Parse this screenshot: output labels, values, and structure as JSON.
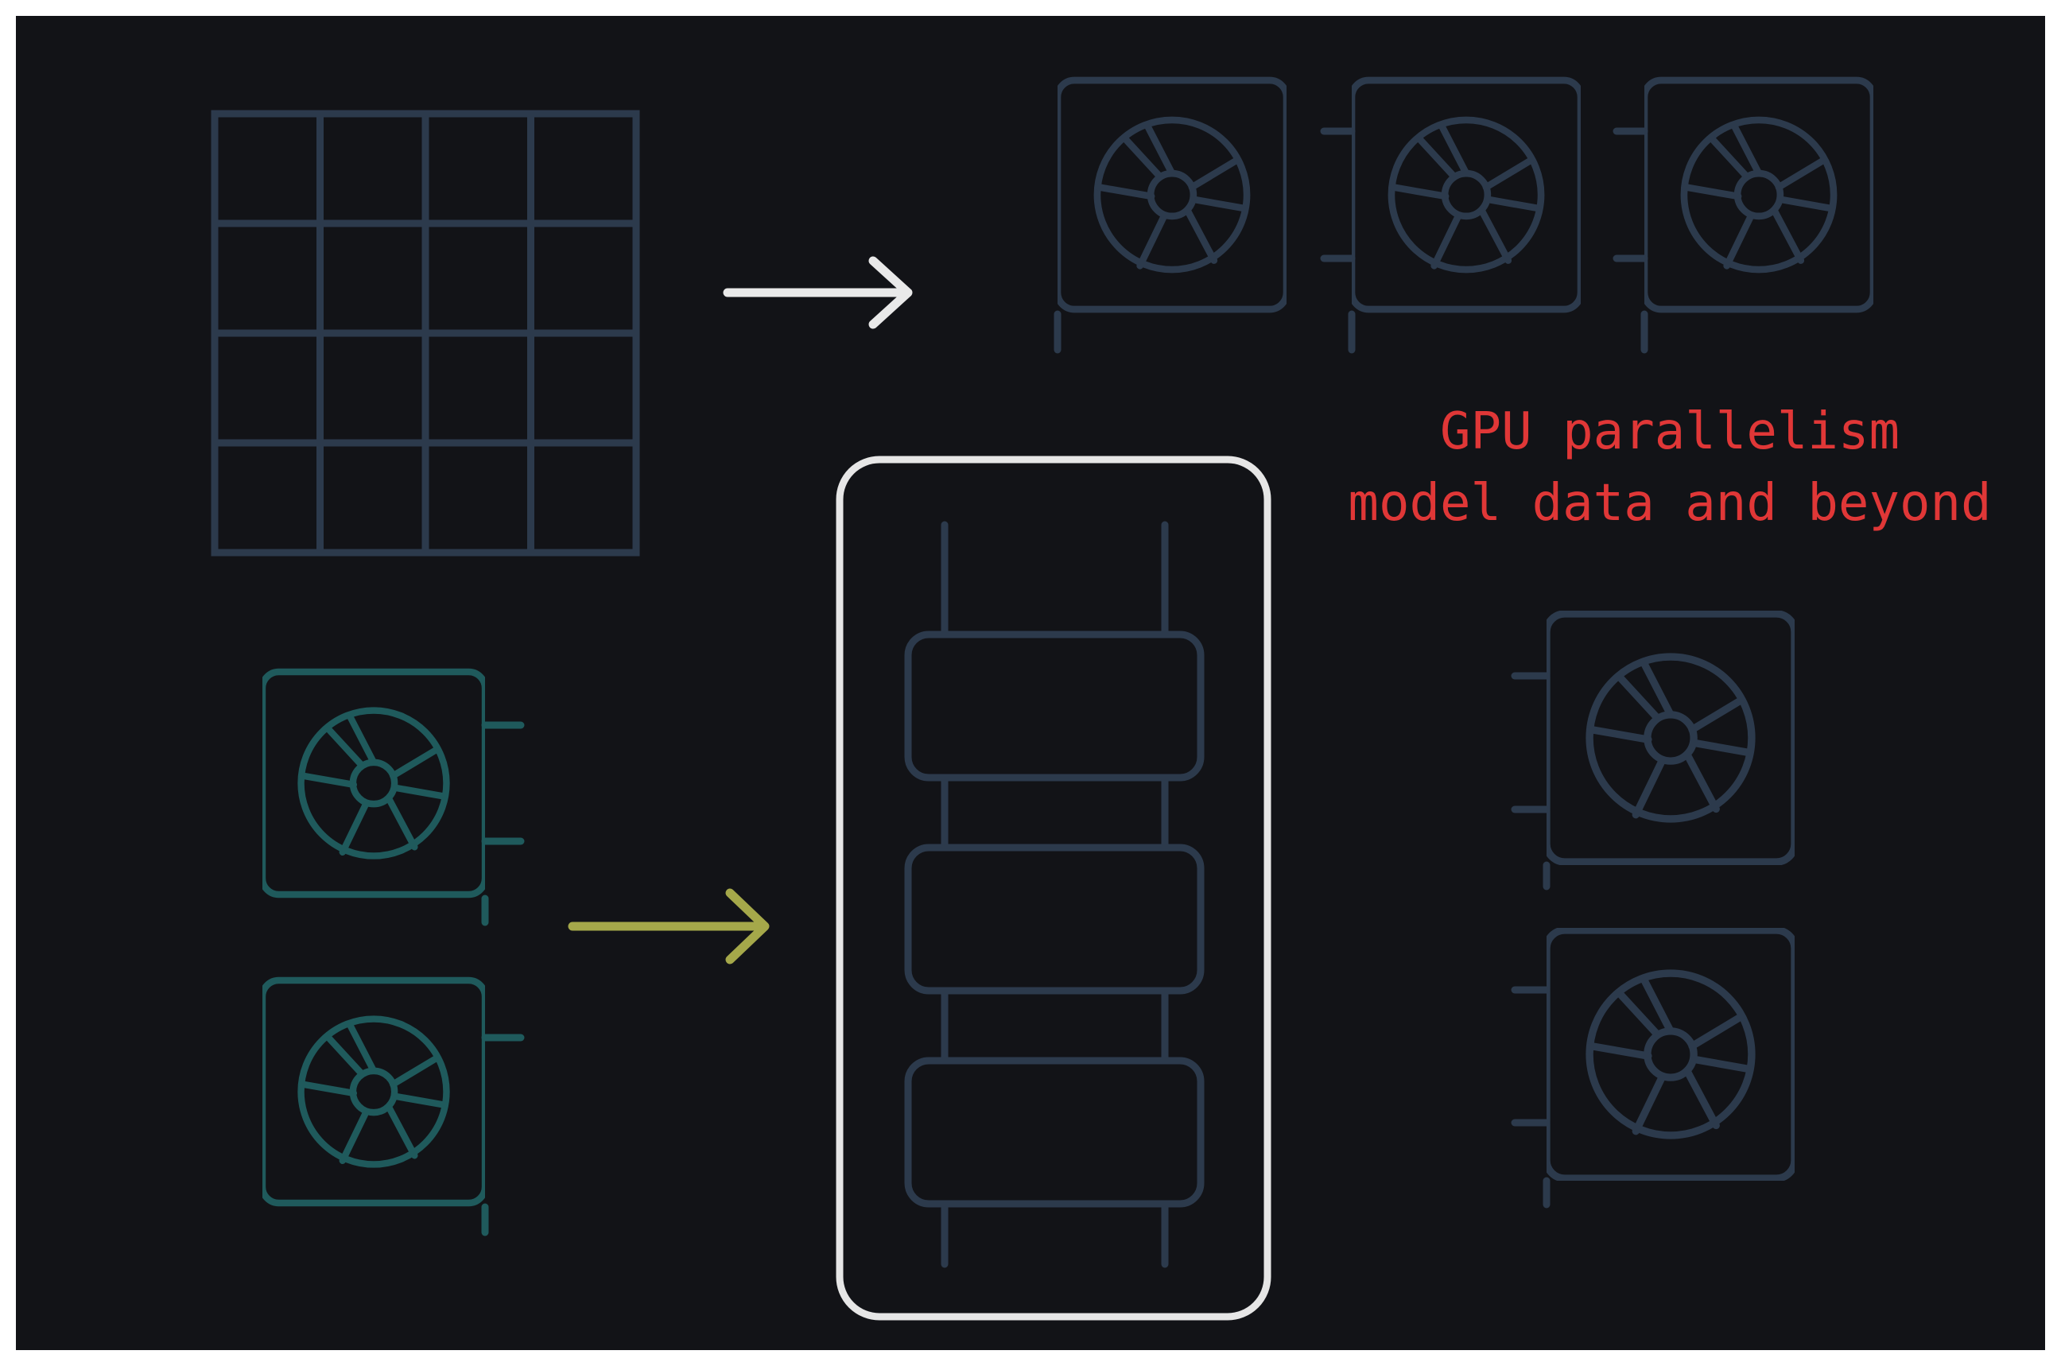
{
  "caption": {
    "line1": "GPU parallelism",
    "line2": "model data and beyond"
  },
  "colors": {
    "background": "#121317",
    "frame": "#ffffff",
    "grid_stroke": "#2c3a4c",
    "gpu_muted": "#2c3a4c",
    "gpu_teal": "#1f5a5c",
    "arrow_white": "#e9e9e9",
    "arrow_olive": "#a5a84a",
    "pipeline_border": "#e6e6e6",
    "caption_text": "#e03737"
  },
  "icons": {
    "data_grid": "grid-icon",
    "gpu": "gpu-card-icon",
    "arrow": "arrow-right-icon",
    "pipeline": "pipeline-stack-icon"
  },
  "diagram": {
    "grid_rows": 4,
    "grid_cols": 4,
    "top_gpu_count": 3,
    "left_gpu_count": 2,
    "right_gpu_count": 2,
    "pipeline_stages": 3
  }
}
